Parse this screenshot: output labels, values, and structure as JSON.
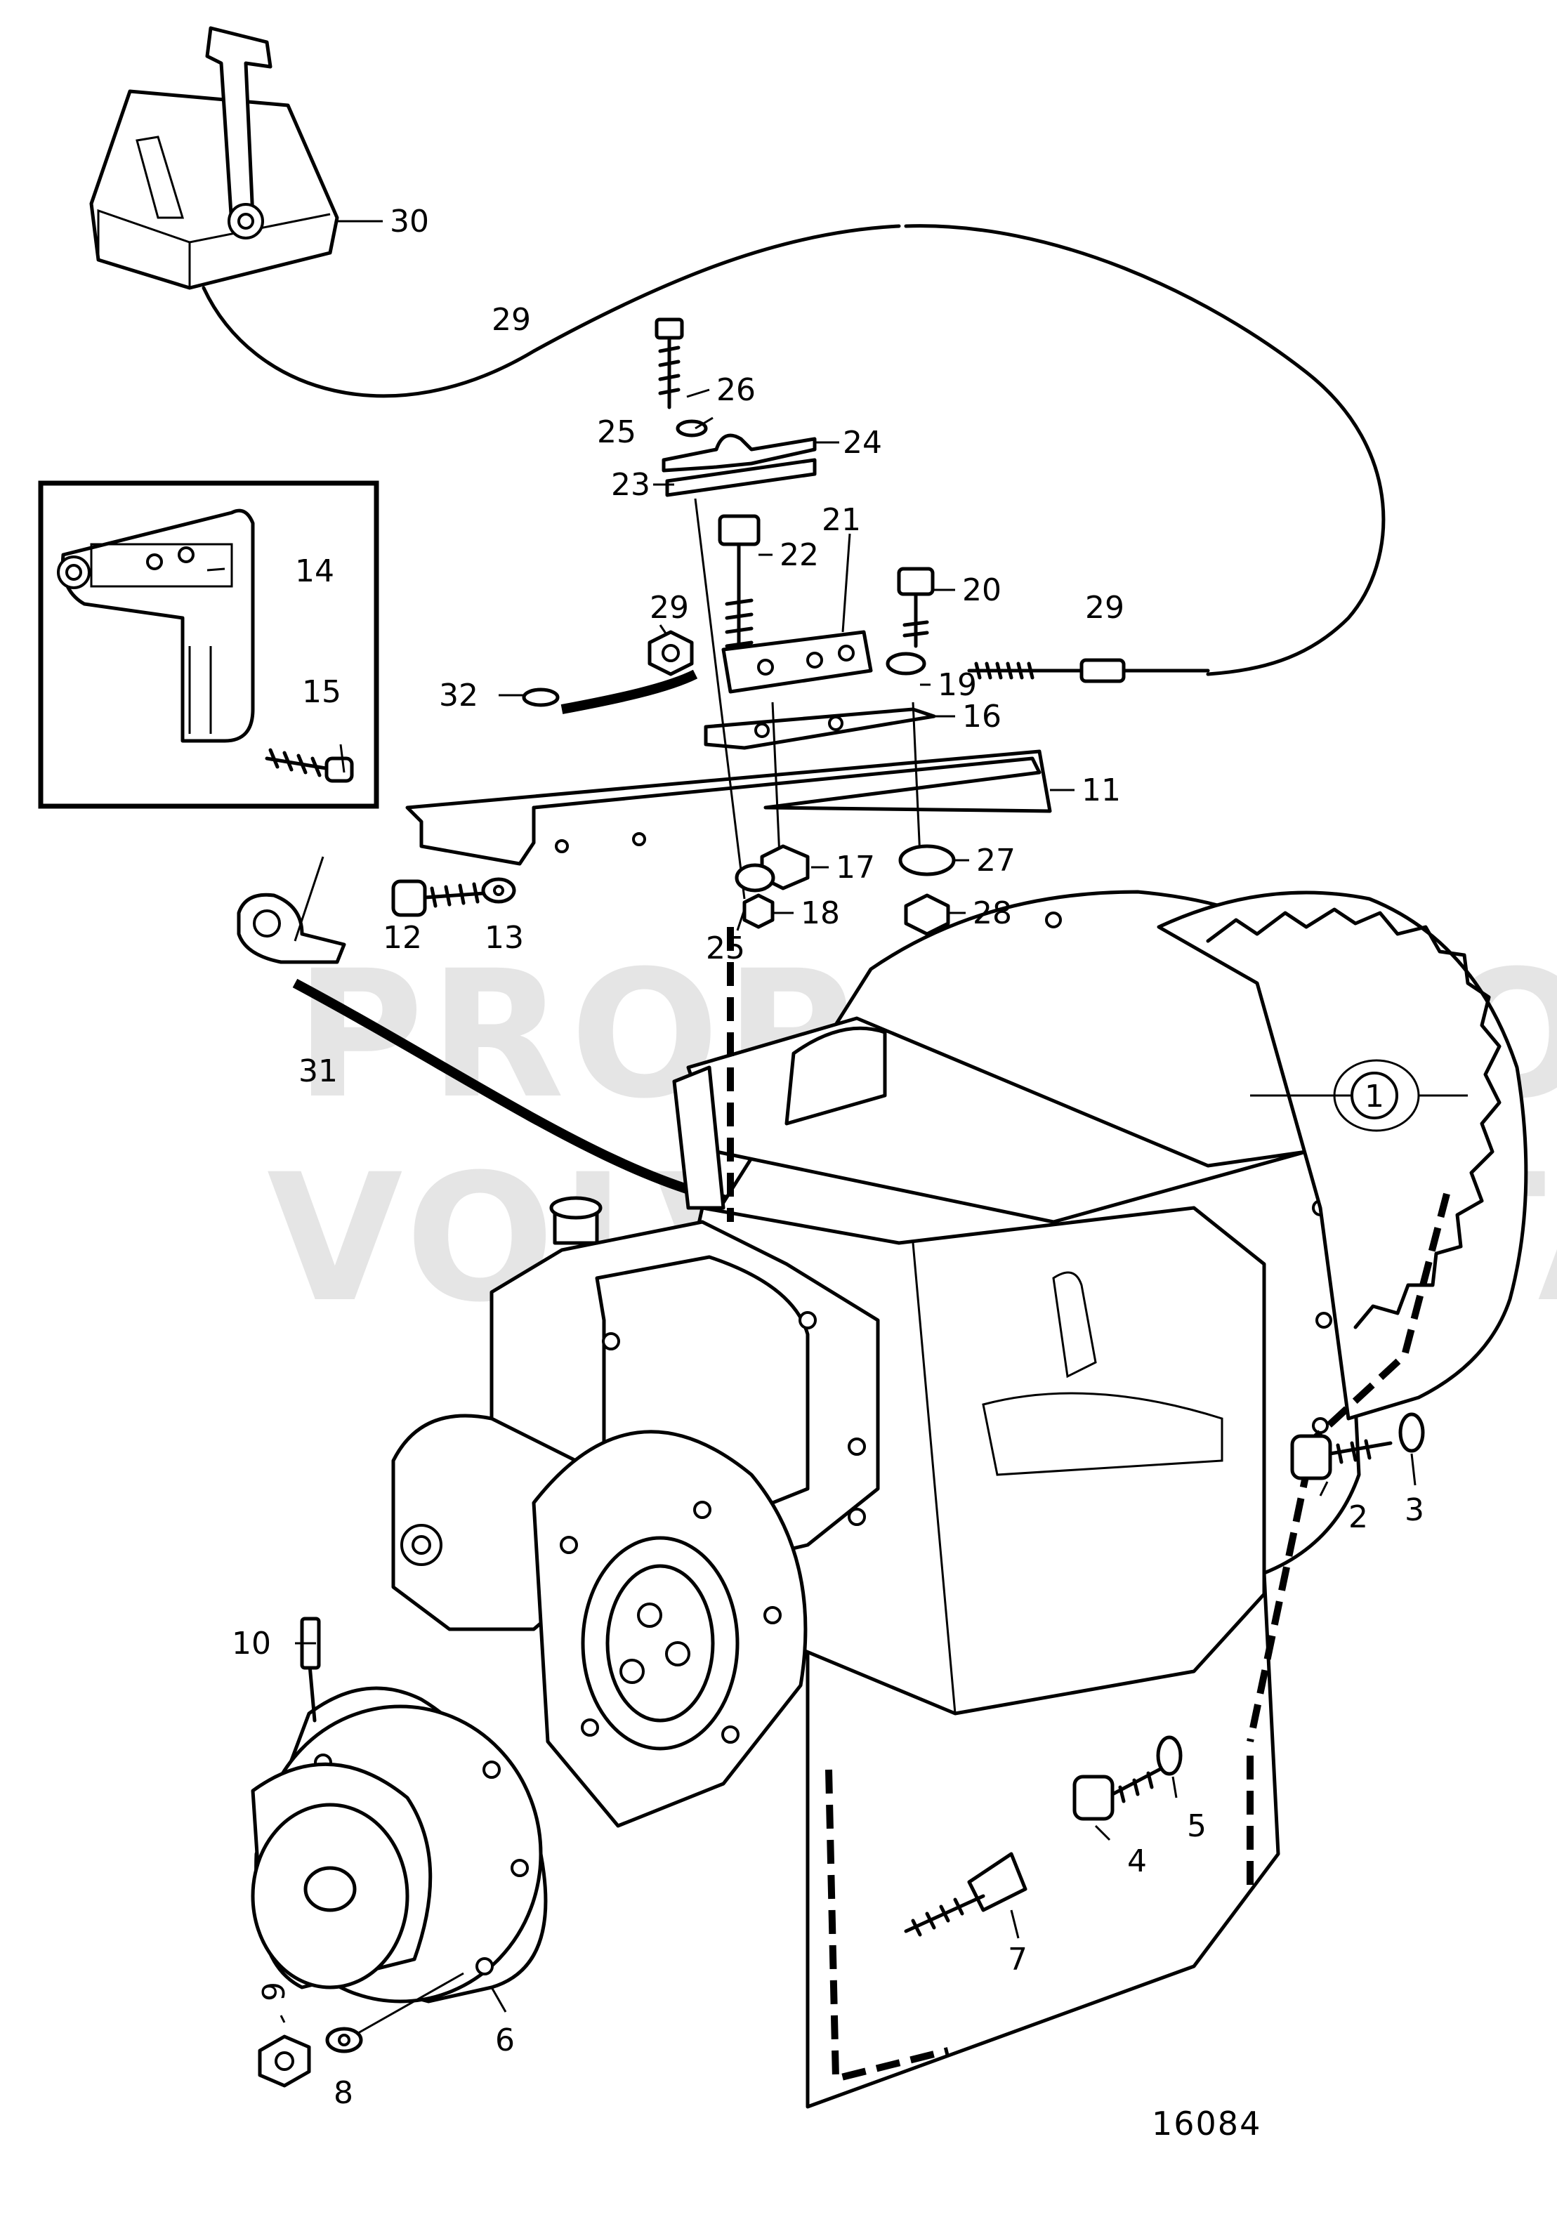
{
  "diagram": {
    "reference_number": "16084",
    "watermark": {
      "line1": "PROPERTY OF",
      "line2": "VOLVO PENTA"
    },
    "callouts": [
      {
        "id": "c1",
        "text": "1"
      },
      {
        "id": "c2",
        "text": "2"
      },
      {
        "id": "c3",
        "text": "3"
      },
      {
        "id": "c4",
        "text": "4"
      },
      {
        "id": "c5",
        "text": "5"
      },
      {
        "id": "c6",
        "text": "6"
      },
      {
        "id": "c7",
        "text": "7"
      },
      {
        "id": "c8",
        "text": "8"
      },
      {
        "id": "c9",
        "text": "9"
      },
      {
        "id": "c10",
        "text": "10"
      },
      {
        "id": "c11",
        "text": "11"
      },
      {
        "id": "c12",
        "text": "12"
      },
      {
        "id": "c13",
        "text": "13"
      },
      {
        "id": "c14",
        "text": "14"
      },
      {
        "id": "c15",
        "text": "15"
      },
      {
        "id": "c16",
        "text": "16"
      },
      {
        "id": "c17",
        "text": "17"
      },
      {
        "id": "c18",
        "text": "18"
      },
      {
        "id": "c19",
        "text": "19"
      },
      {
        "id": "c20",
        "text": "20"
      },
      {
        "id": "c21",
        "text": "21"
      },
      {
        "id": "c22",
        "text": "22"
      },
      {
        "id": "c23",
        "text": "23"
      },
      {
        "id": "c24",
        "text": "24"
      },
      {
        "id": "c25a",
        "text": "25"
      },
      {
        "id": "c25b",
        "text": "25"
      },
      {
        "id": "c26",
        "text": "26"
      },
      {
        "id": "c27",
        "text": "27"
      },
      {
        "id": "c28",
        "text": "28"
      },
      {
        "id": "c29a",
        "text": "29"
      },
      {
        "id": "c29b",
        "text": "29"
      },
      {
        "id": "c29c",
        "text": "29"
      },
      {
        "id": "c30",
        "text": "30"
      },
      {
        "id": "c31",
        "text": "31"
      },
      {
        "id": "c32",
        "text": "32"
      }
    ]
  }
}
